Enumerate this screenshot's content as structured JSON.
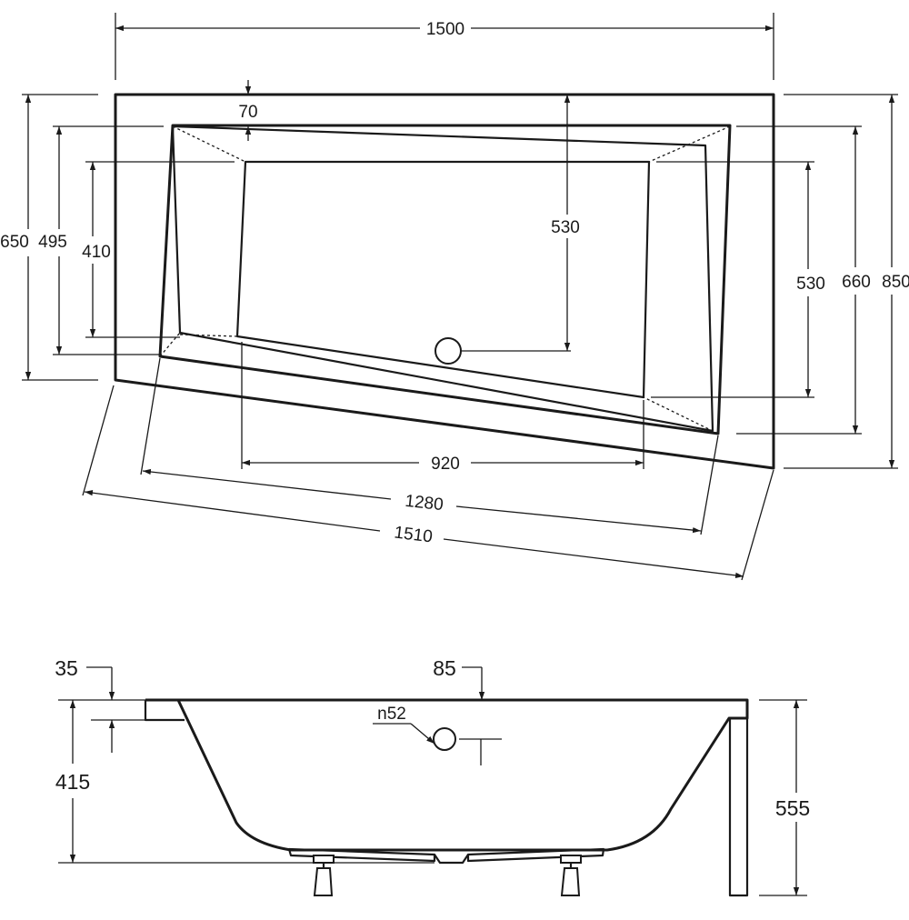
{
  "top_view": {
    "dims": {
      "overall_width": "1500",
      "rim_70": "70",
      "inner_depth_530": "530",
      "left_650": "650",
      "left_495": "495",
      "left_410": "410",
      "right_530": "530",
      "right_660": "660",
      "right_850": "850",
      "bottom_920": "920",
      "diag_1280": "1280",
      "diag_1510": "1510"
    }
  },
  "side_view": {
    "dims": {
      "top_35": "35",
      "top_85": "85",
      "drain_n52": "n52",
      "height_415": "415",
      "height_555": "555"
    }
  }
}
